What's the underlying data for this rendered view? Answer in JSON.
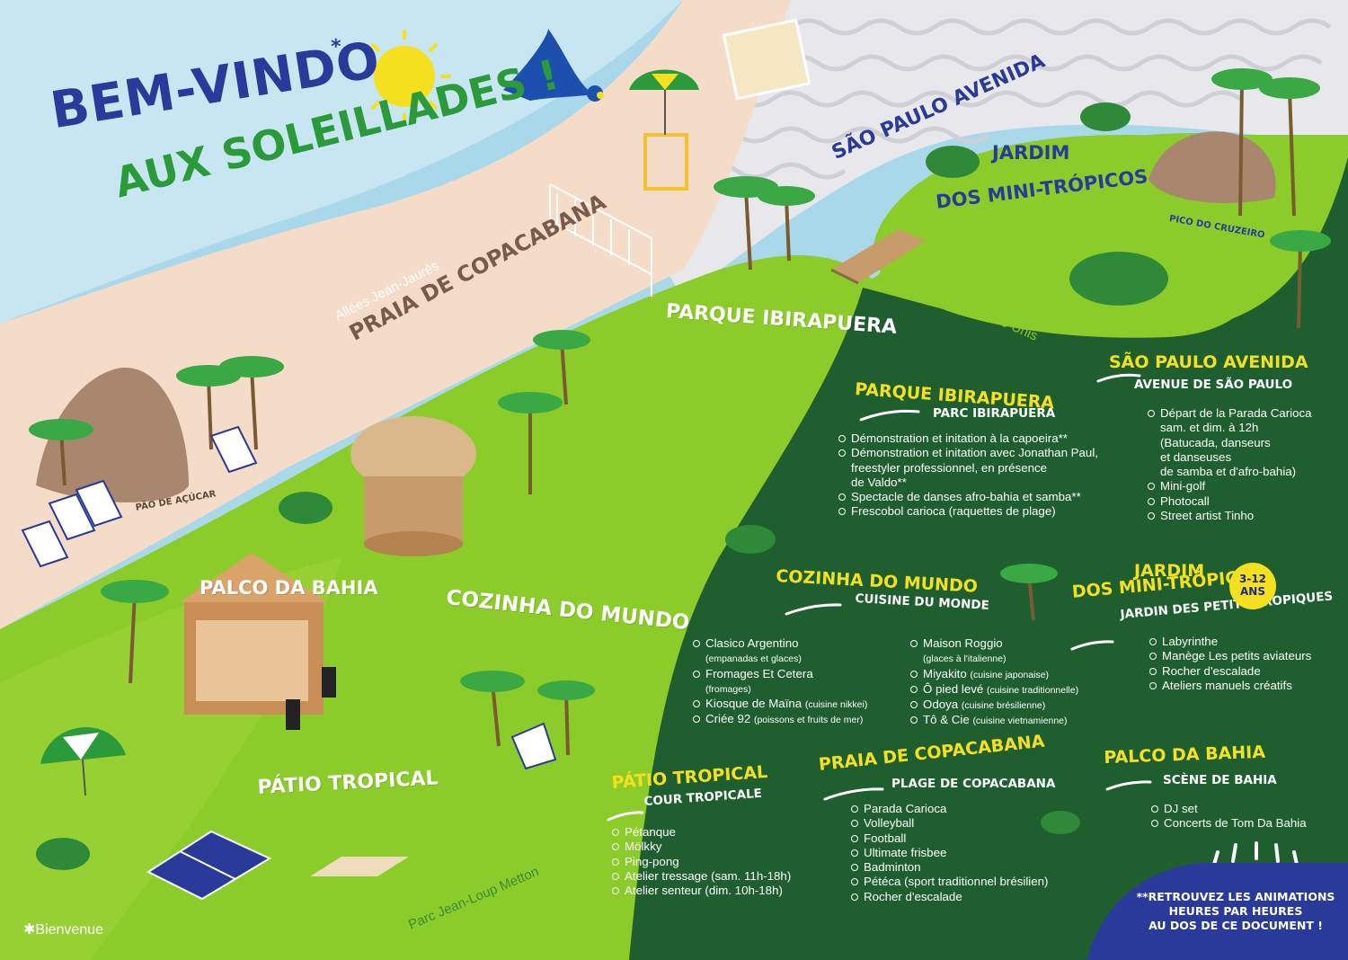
{
  "header": {
    "title_line1": "BEM-VINDO",
    "title_line2": "AUX SOLEILLADES !",
    "asterisk": "*"
  },
  "colors": {
    "sea": "#a9d8ea",
    "sand": "#f5dcc8",
    "light_green": "#8ccc2a",
    "dark_green": "#1f5e2e",
    "title_blue": "#2a3a9a",
    "title_green": "#2a9a3a",
    "accent_yellow": "#f5e020"
  },
  "map_labels": {
    "zones": [
      {
        "id": "praia",
        "text": "PRAIA DE COPACABANA"
      },
      {
        "id": "parque",
        "text": "PARQUE IBIRAPUERA"
      },
      {
        "id": "avenida",
        "text": "SÃO PAULO AVENIDA"
      },
      {
        "id": "jardim_l1",
        "text": "JARDIM"
      },
      {
        "id": "jardim_l2",
        "text": "DOS MINI-TRÓPICOS"
      },
      {
        "id": "palco",
        "text": "PALCO DA BAHIA"
      },
      {
        "id": "cozinha",
        "text": "COZINHA DO MUNDO"
      },
      {
        "id": "patio",
        "text": "PÁTIO TROPICAL"
      },
      {
        "id": "pao",
        "text": "PÃO DE AÇÚCAR"
      },
      {
        "id": "pico",
        "text": "PICO DO CRUZEIRO"
      }
    ],
    "streets": {
      "allees": "Allées Jean-Jaurès",
      "square": "Square des États-Unis",
      "parc": "Parc Jean-Loup Metton"
    }
  },
  "sections": {
    "parque": {
      "title": "PARQUE IBIRAPUERA",
      "subtitle": "PARC IBIRAPUERA",
      "items": [
        "Démonstration et initation à la capoeira**",
        "Démonstration et initation avec Jonathan Paul,",
        "freestyler professionnel, en présence",
        "de Valdo**",
        "Spectacle de danses afro-bahia et samba**",
        "Frescobol carioca (raquettes de plage)"
      ]
    },
    "avenida": {
      "title": "SÃO PAULO AVENIDA",
      "subtitle": "AVENUE DE SÃO PAULO",
      "items": [
        "Départ de la Parada Carioca",
        "sam. et dim. à 12h",
        "(Batucada, danseurs",
        "et danseuses",
        "de samba et d'afro-bahia)",
        "Mini-golf",
        "Photocall",
        "Street artist Tinho"
      ]
    },
    "cozinha": {
      "title": "COZINHA DO MUNDO",
      "subtitle": "CUISINE DU MONDE",
      "col1": [
        {
          "name": "Clasico Argentino",
          "note": ""
        },
        {
          "name": "",
          "note": "(empanadas et glaces)"
        },
        {
          "name": "Fromages Et Cetera",
          "note": ""
        },
        {
          "name": "",
          "note": "(fromages)"
        },
        {
          "name": "Kiosque de Maïna",
          "note": "(cuisine nikkei)"
        },
        {
          "name": "Criée 92",
          "note": "(poissons et fruits de mer)"
        }
      ],
      "col2": [
        {
          "name": "Maison Roggio",
          "note": ""
        },
        {
          "name": "",
          "note": "(glaces à l'italienne)"
        },
        {
          "name": "Miyakito",
          "note": "(cuisine japonaise)"
        },
        {
          "name": "Ô pied levé",
          "note": "(cuisine traditionnelle)"
        },
        {
          "name": "Odoya",
          "note": "(cuisine brésilienne)"
        },
        {
          "name": "Tô & Cie",
          "note": "(cuisine vietnamienne)"
        }
      ]
    },
    "jardim": {
      "title_line1": "JARDIM",
      "title_line2": "DOS MINI-TRÓPICOS",
      "badge_line1": "3-12",
      "badge_line2": "ANS",
      "subtitle": "JARDIN DES PETITS TROPIQUES",
      "items": [
        "Labyrinthe",
        "Manège Les petits aviateurs",
        "Rocher d'escalade",
        "Ateliers manuels créatifs"
      ]
    },
    "patio": {
      "title": "PÁTIO TROPICAL",
      "subtitle": "COUR TROPICALE",
      "items": [
        "Pétanque",
        "Mölkky",
        "Ping-pong",
        "Atelier tressage (sam. 11h-18h)",
        "Atelier senteur (dim. 10h-18h)"
      ]
    },
    "praia": {
      "title": "PRAIA DE COPACABANA",
      "subtitle": "PLAGE DE COPACABANA",
      "items": [
        "Parada Carioca",
        "Volleyball",
        "Football",
        "Ultimate frisbee",
        "Badminton",
        "Pétéca (sport traditionnel brésilien)",
        "Rocher d'escalade"
      ]
    },
    "palco": {
      "title": "PALCO DA BAHIA",
      "subtitle": "SCÈNE DE BAHIA",
      "items": [
        "DJ set",
        "Concerts de Tom Da Bahia"
      ]
    }
  },
  "footer": {
    "note_line1": "**RETROUVEZ LES ANIMATIONS",
    "note_line2": "HEURES PAR HEURES",
    "note_line3": "AU DOS DE CE DOCUMENT !",
    "brand": "✱Bienvenue"
  }
}
